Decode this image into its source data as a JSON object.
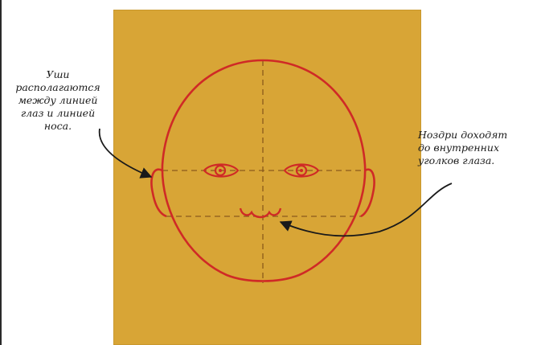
{
  "colors": {
    "paper": "#d8a536",
    "face_outline": "#cf2a26",
    "guide_lines": "#8a5a1c",
    "arrow": "#1a1a1a"
  },
  "annotations": {
    "ears": [
      "Уши",
      "располагаются",
      "между линией",
      "глаз и линией",
      "носа."
    ],
    "nostrils": [
      "Ноздри доходят",
      "до внутренних",
      "уголков глаза."
    ]
  }
}
